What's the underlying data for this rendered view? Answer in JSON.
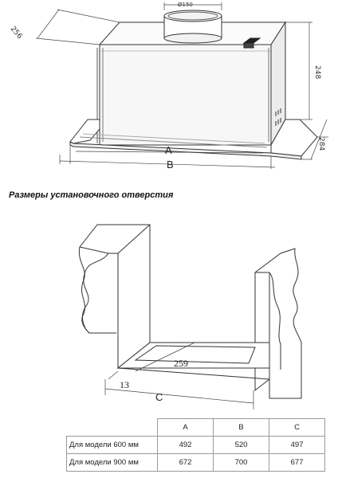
{
  "top_drawing": {
    "labels": {
      "diameter": "Ø150",
      "depth": "256",
      "height": "248",
      "side": "284",
      "a": "A",
      "b": "B"
    }
  },
  "section_title": "Размеры установочного отверстия",
  "cutout_drawing": {
    "labels": {
      "inner_depth": "259",
      "offset": "13",
      "c": "C"
    }
  },
  "table": {
    "headers": [
      "A",
      "B",
      "C"
    ],
    "rows": [
      {
        "label": "Для модели 600 мм",
        "values": [
          "492",
          "520",
          "497"
        ]
      },
      {
        "label": "Для модели 900 мм",
        "values": [
          "672",
          "700",
          "677"
        ]
      }
    ]
  }
}
